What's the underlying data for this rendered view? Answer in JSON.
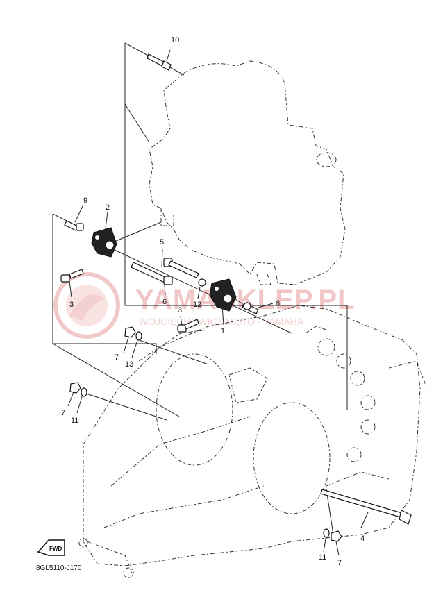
{
  "watermark": {
    "brand": "YAMASKLEP.PL",
    "subtitle": "WOJCIECHOWICZ MOTO - YAMAHA"
  },
  "fwd_label": "FWD",
  "diagram_code": "8GL5110-J170",
  "callouts": {
    "c1": "1",
    "c2": "2",
    "c3a": "3",
    "c3b": "3",
    "c4": "4",
    "c5": "5",
    "c6": "6",
    "c7a": "7",
    "c7b": "7",
    "c7c": "7",
    "c8": "8",
    "c9": "9",
    "c10": "10",
    "c11a": "11",
    "c11b": "11",
    "c12": "12",
    "c13": "13"
  }
}
